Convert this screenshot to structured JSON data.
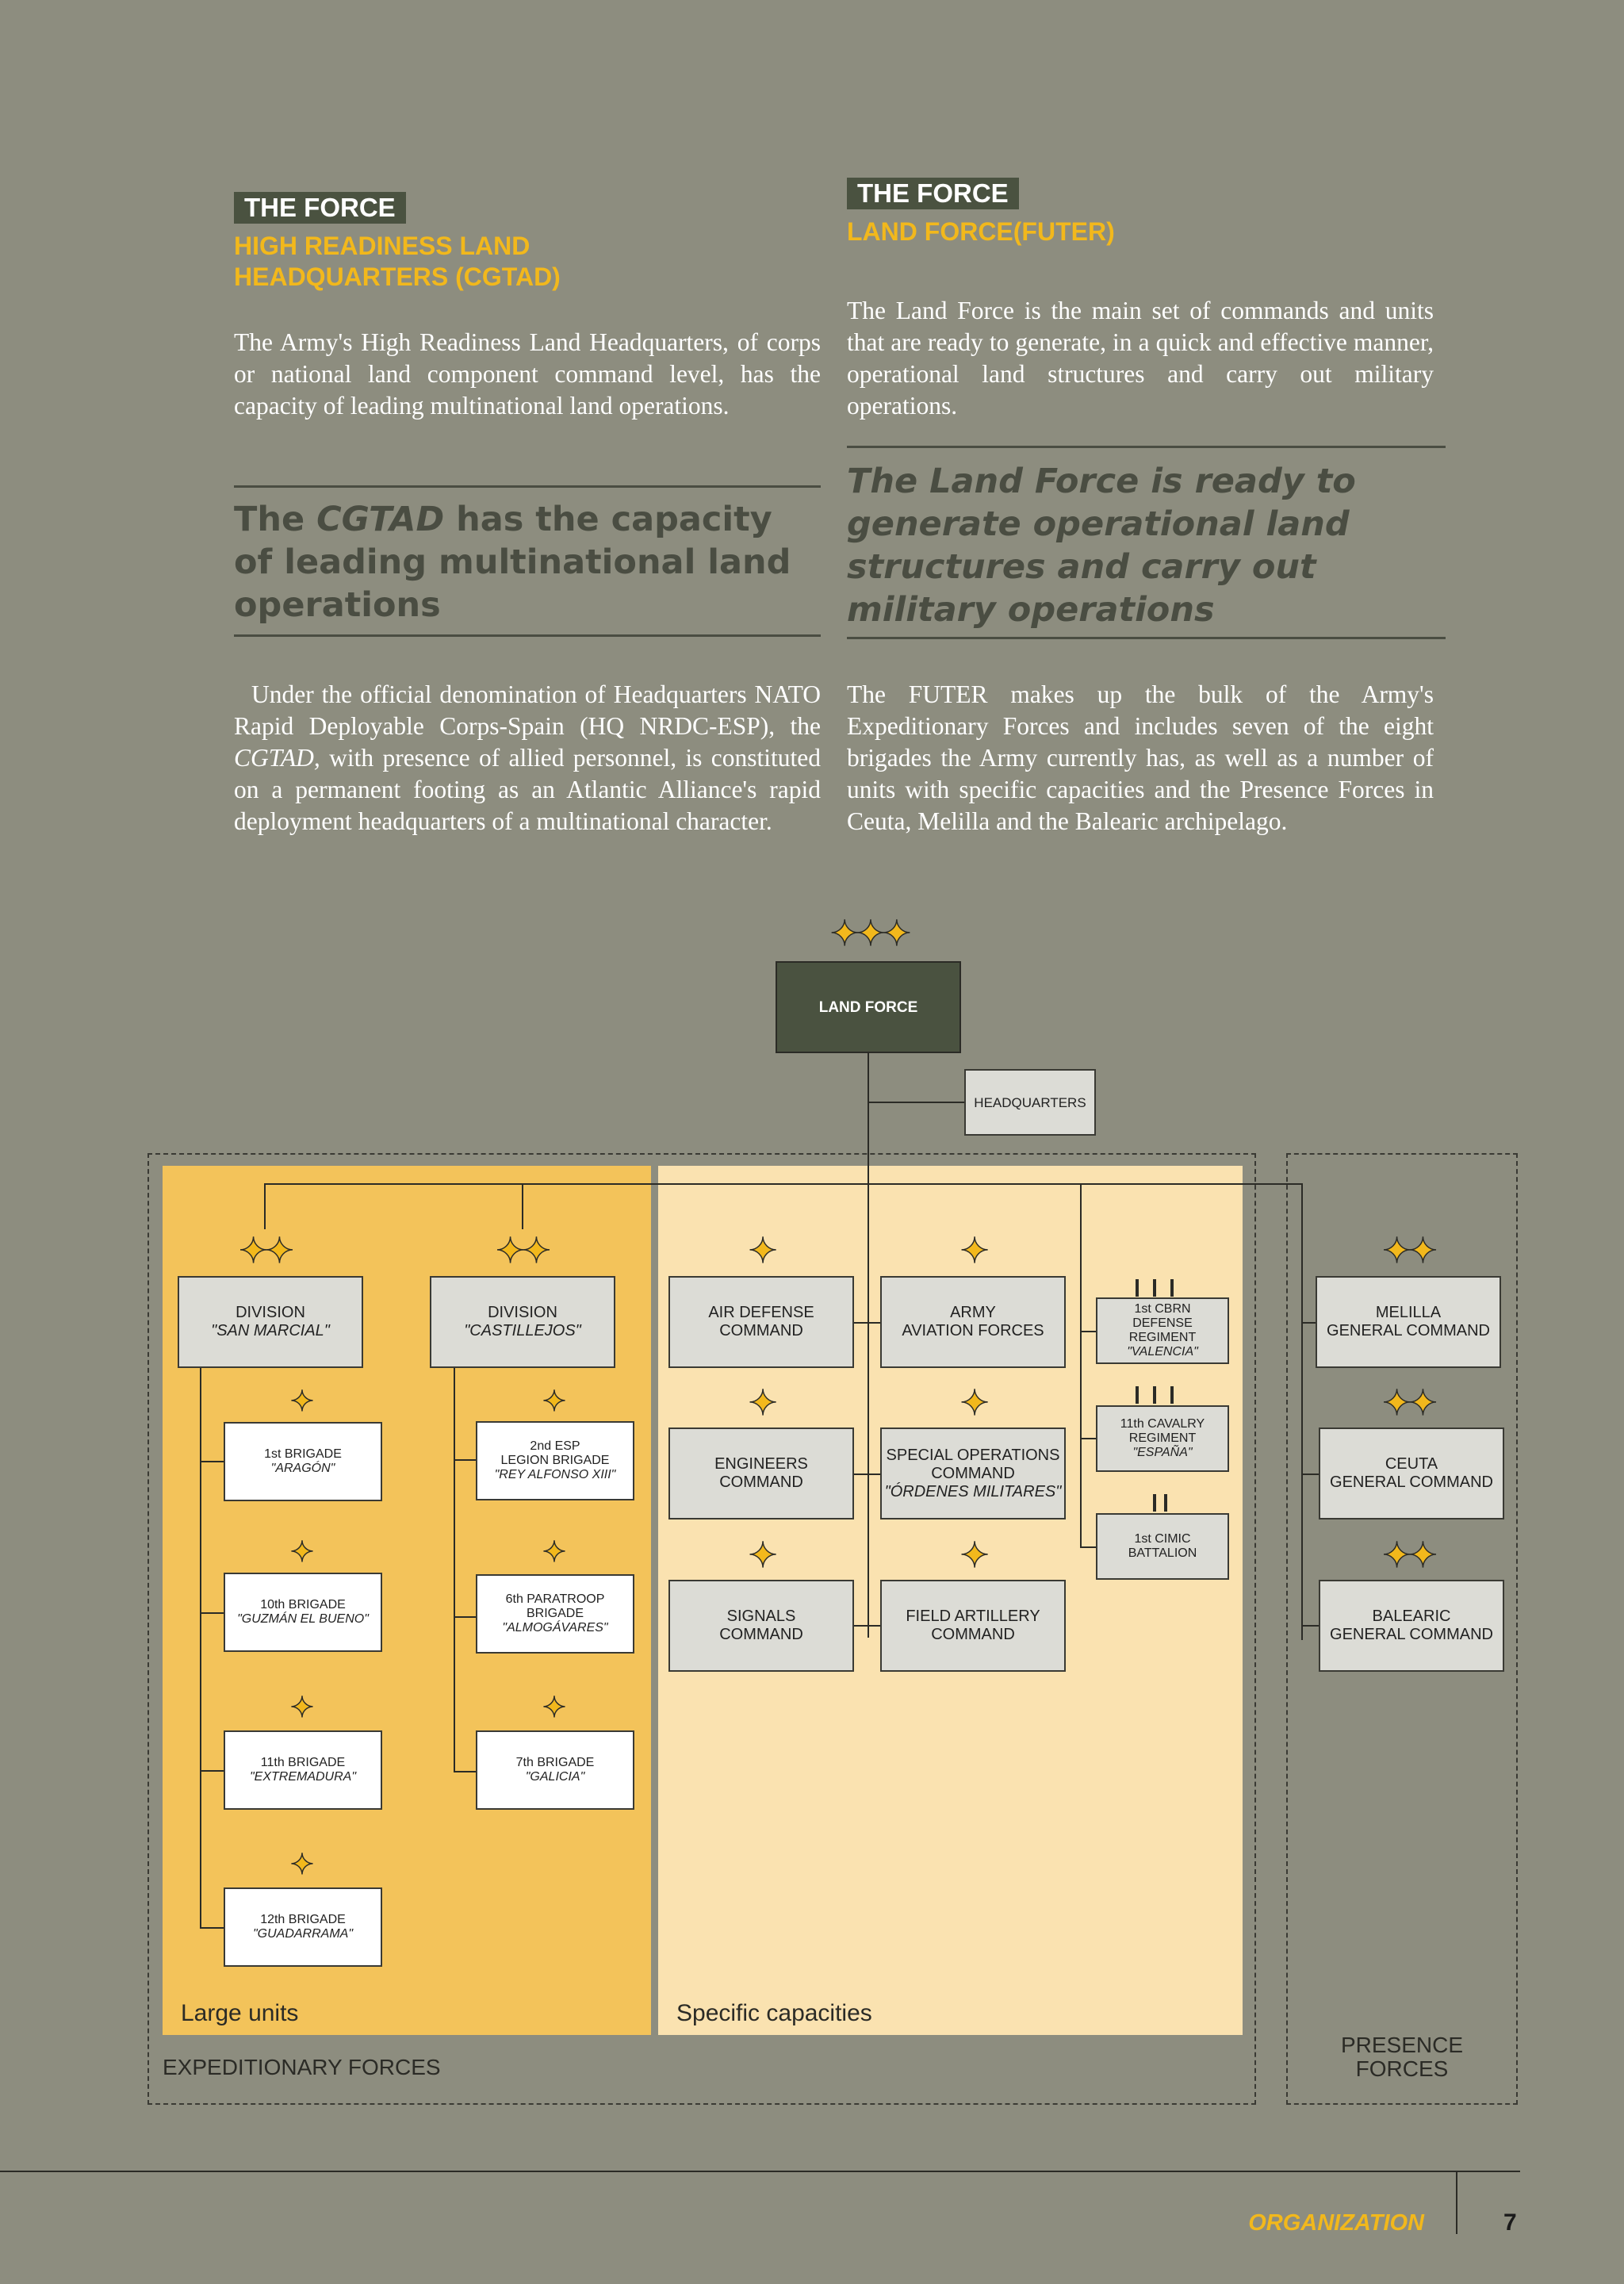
{
  "left": {
    "tag": "THE FORCE",
    "subtitle_line1": "HIGH READINESS LAND",
    "subtitle_line2": "HEADQUARTERS (CGTAD)",
    "intro": "The Army's High Readiness Land Headquarters, of corps or national land component command level, has the capacity of leading multinational land operations.",
    "pull_a": "The ",
    "pull_b": "CGTAD",
    "pull_c": " has the capacity of leading multinational land operations",
    "para1": "Under the official denomination of Headquarters NATO Rapid Deployable Corps-Spain (HQ NRDC-ESP), the ",
    "para2": "CGTAD,",
    "para3": " with presence of allied personnel, is constituted on a permanent footing as an Atlantic Alliance's rapid deployment headquarters of a multinational character."
  },
  "right": {
    "tag": "THE FORCE",
    "subtitle": "LAND FORCE(FUTER)",
    "intro": "The Land Force is the main set of commands and units that are ready to generate, in a quick and effective manner, operational land structures and carry out military operations.",
    "pull": "The Land Force is ready to generate operational land structures and carry out military operations",
    "para": "The FUTER makes up the bulk of the Army's Expeditionary Forces and includes seven of the eight brigades the Army currently has, as well as a number of units with specific capacities and the Presence Forces in Ceuta, Melilla and the Balearic archipelago."
  },
  "org": {
    "top": "LAND FORCE",
    "hq": "HEADQUARTERS",
    "div1_a": "DIVISION",
    "div1_b": "\"SAN MARCIAL\"",
    "div2_a": "DIVISION",
    "div2_b": "\"CASTILLEJOS\"",
    "b1_a": "1st BRIGADE",
    "b1_b": "\"ARAGÓN\"",
    "b10_a": "10th BRIGADE",
    "b10_b": "\"GUZMÁN EL BUENO\"",
    "b11_a": "11th BRIGADE",
    "b11_b": "\"EXTREMADURA\"",
    "b12_a": "12th BRIGADE",
    "b12_b": "\"GUADARRAMA\"",
    "b2_a": "2nd ESP",
    "b2_b": "LEGION BRIGADE",
    "b2_c": "\"REY ALFONSO XIII\"",
    "b6_a": "6th PARATROOP",
    "b6_b": "BRIGADE",
    "b6_c": "\"ALMOGÁVARES\"",
    "b7_a": "7th BRIGADE",
    "b7_b": "\"GALICIA\"",
    "ad_a": "AIR DEFENSE",
    "ad_b": "COMMAND",
    "av_a": "ARMY",
    "av_b": "AVIATION FORCES",
    "en_a": "ENGINEERS",
    "en_b": "COMMAND",
    "so_a": "SPECIAL OPERATIONS",
    "so_b": "COMMAND",
    "so_c": "\"ÓRDENES MILITARES\"",
    "sg_a": "SIGNALS",
    "sg_b": "COMMAND",
    "fa_a": "FIELD ARTILLERY",
    "fa_b": "COMMAND",
    "cbrn_a": "1st CBRN",
    "cbrn_b": "DEFENSE REGIMENT",
    "cbrn_c": "\"VALENCIA\"",
    "cav_a": "11th CAVALRY",
    "cav_b": "REGIMENT",
    "cav_c": "\"ESPAÑA\"",
    "cimic_a": "1st CIMIC",
    "cimic_b": "BATTALION",
    "mel_a": "MELILLA",
    "mel_b": "GENERAL COMMAND",
    "ceu_a": "CEUTA",
    "ceu_b": "GENERAL COMMAND",
    "bal_a": "BALEARIC",
    "bal_b": "GENERAL COMMAND",
    "large_units": "Large units",
    "specific": "Specific capacities",
    "expeditionary": "EXPEDITIONARY FORCES",
    "presence_a": "PRESENCE",
    "presence_b": "FORCES"
  },
  "footer": {
    "section": "ORGANIZATION",
    "page": "7"
  },
  "colors": {
    "background": "#8d8d7f",
    "accent": "#f2b81c",
    "large_units_panel": "#f3c35a",
    "specific_panel": "#fae2b0",
    "dark": "#4a5240"
  }
}
